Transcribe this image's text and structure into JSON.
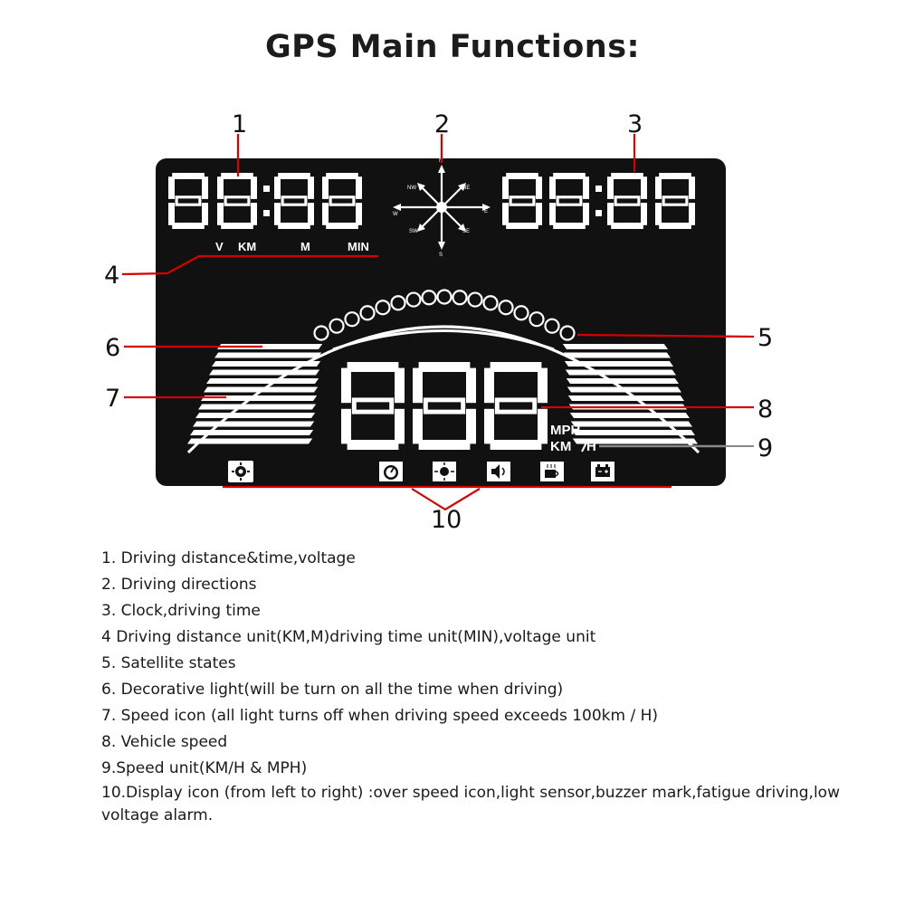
{
  "title": "GPS Main Functions:",
  "display": {
    "units_left": [
      "V",
      "KM",
      "M",
      "MIN"
    ],
    "compass": [
      "N",
      "NE",
      "E",
      "SE",
      "S",
      "SW",
      "W",
      "NW"
    ],
    "speed_units": [
      "MPH",
      "KM",
      "H"
    ],
    "colors": {
      "screen": "#111111",
      "segment": "#ffffff",
      "callout_line": "#d50000"
    }
  },
  "callouts": [
    "1",
    "2",
    "3",
    "4",
    "5",
    "6",
    "7",
    "8",
    "9",
    "10"
  ],
  "icons": [
    "over-speed-icon",
    "light-sensor-icon",
    "buzzer-icon",
    "fatigue-driving-icon",
    "low-voltage-alarm-icon",
    "settings-icon"
  ],
  "descriptions": [
    "1. Driving distance&time,voltage",
    "2. Driving directions",
    "3. Clock,driving time",
    "4 Driving distance unit(KM,M)driving time unit(MIN),voltage unit",
    "5. Satellite states",
    "6. Decorative light(will be turn on all the time when driving)",
    "7. Speed icon (all light turns off when driving speed exceeds 100km / H)",
    "8. Vehicle speed",
    "9.Speed unit(KM/H & MPH)",
    "10.Display icon (from left to right) :over speed icon,light sensor,buzzer mark,fatigue driving,low voltage alarm."
  ]
}
